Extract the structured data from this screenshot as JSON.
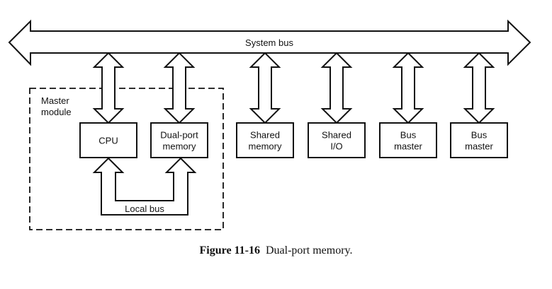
{
  "diagram": {
    "system_bus": {
      "label": "System bus",
      "direction": "bidirectional"
    },
    "master_module": {
      "label_line1": "Master",
      "label_line2": "module",
      "border_style": "dashed"
    },
    "local_bus": {
      "label": "Local bus",
      "connects": [
        "CPU",
        "Dual-port memory"
      ]
    },
    "components": [
      {
        "id": "cpu",
        "line1": "CPU",
        "line2": "",
        "in_master_module": true
      },
      {
        "id": "dual-port-memory",
        "line1": "Dual-port",
        "line2": "memory",
        "in_master_module": true
      },
      {
        "id": "shared-memory",
        "line1": "Shared",
        "line2": "memory",
        "in_master_module": false
      },
      {
        "id": "shared-io",
        "line1": "Shared",
        "line2": "I/O",
        "in_master_module": false
      },
      {
        "id": "bus-master-1",
        "line1": "Bus",
        "line2": "master",
        "in_master_module": false
      },
      {
        "id": "bus-master-2",
        "line1": "Bus",
        "line2": "master",
        "in_master_module": false
      }
    ],
    "stroke_color": "#111111",
    "background": "#ffffff"
  },
  "caption": {
    "number": "Figure 11-16",
    "text": "Dual-port memory."
  }
}
